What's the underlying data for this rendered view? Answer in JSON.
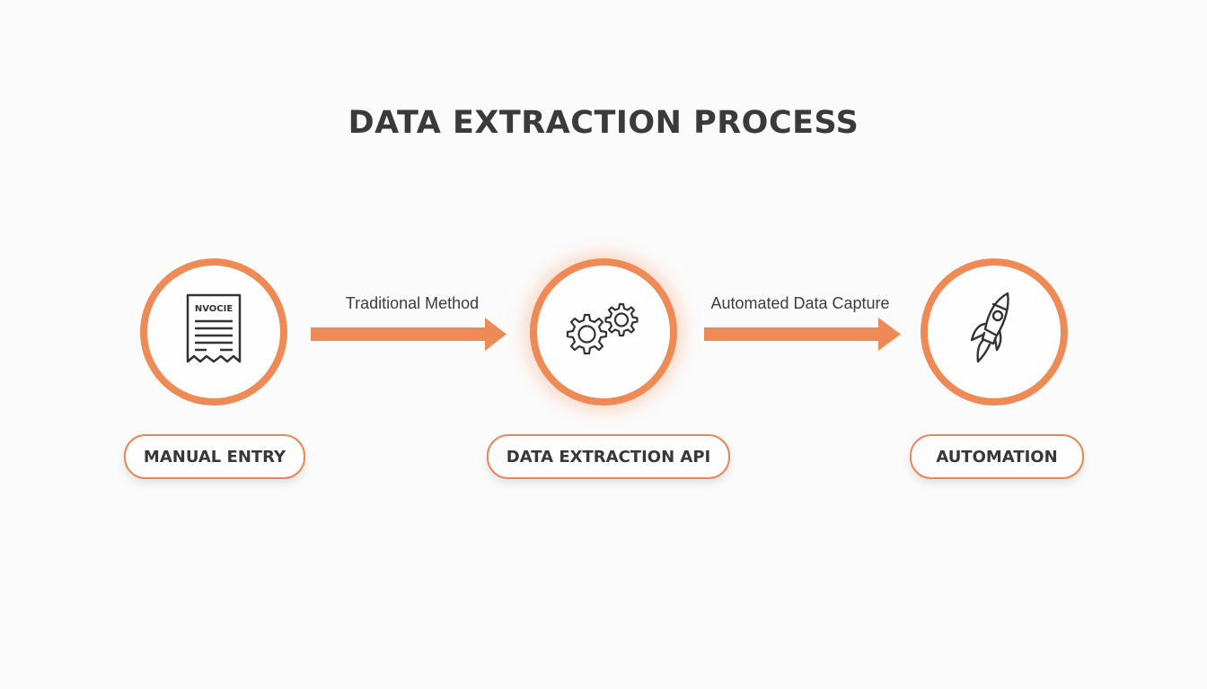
{
  "title": "DATA EXTRACTION PROCESS",
  "colors": {
    "accent": "#ee8a55",
    "text": "#3a3a3a",
    "background": "#fbfbfb",
    "icon_stroke": "#333333"
  },
  "steps": [
    {
      "label": "MANUAL ENTRY",
      "icon": "invoice-document-icon",
      "icon_text": "NVOCIE"
    },
    {
      "label": "DATA EXTRACTION API",
      "icon": "gears-icon",
      "highlighted": true
    },
    {
      "label": "AUTOMATION",
      "icon": "rocket-icon"
    }
  ],
  "connectors": [
    {
      "label": "Traditional Method",
      "from": "MANUAL ENTRY",
      "to": "DATA EXTRACTION API"
    },
    {
      "label": "Automated Data Capture",
      "from": "DATA EXTRACTION API",
      "to": "AUTOMATION"
    }
  ]
}
